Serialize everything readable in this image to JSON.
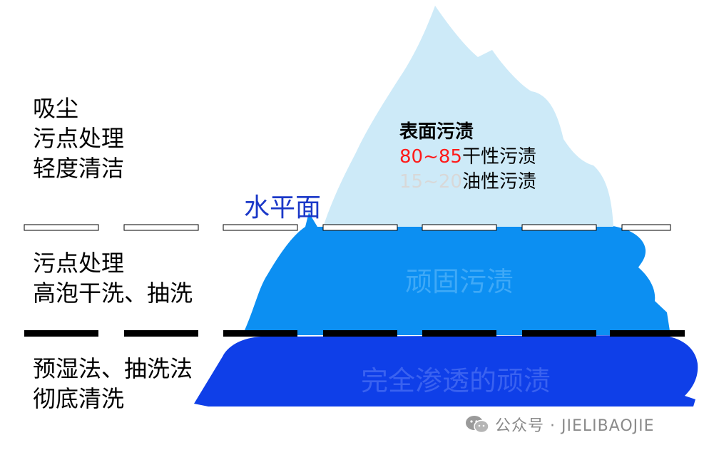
{
  "left_labels": {
    "above": [
      "吸尘",
      "污点处理",
      "轻度清洁"
    ],
    "middle": [
      "污点处理",
      "高泡干洗、抽洗"
    ],
    "bottom": [
      "预湿法、抽洗法",
      "彻底清洗"
    ]
  },
  "surface": {
    "title": "表面污渍",
    "dry_pct": "80~85",
    "dry_label": "干性污渍",
    "oil_pct": "15~20",
    "oil_label": "油性污渍"
  },
  "waterline_label": "水平面",
  "zones": {
    "middle": "顽固污渍",
    "bottom": "完全渗透的顽渍"
  },
  "watermark": "公众号 · JIELIBAOJIE",
  "colors": {
    "tip": "#cdeaf8",
    "middle": "#0c8ff2",
    "bottom": "#0f3fe8",
    "waterline_text": "#1b38c8",
    "dry_pct": "#ff1a1a"
  },
  "icons": {
    "watermark": "wechat-icon"
  }
}
